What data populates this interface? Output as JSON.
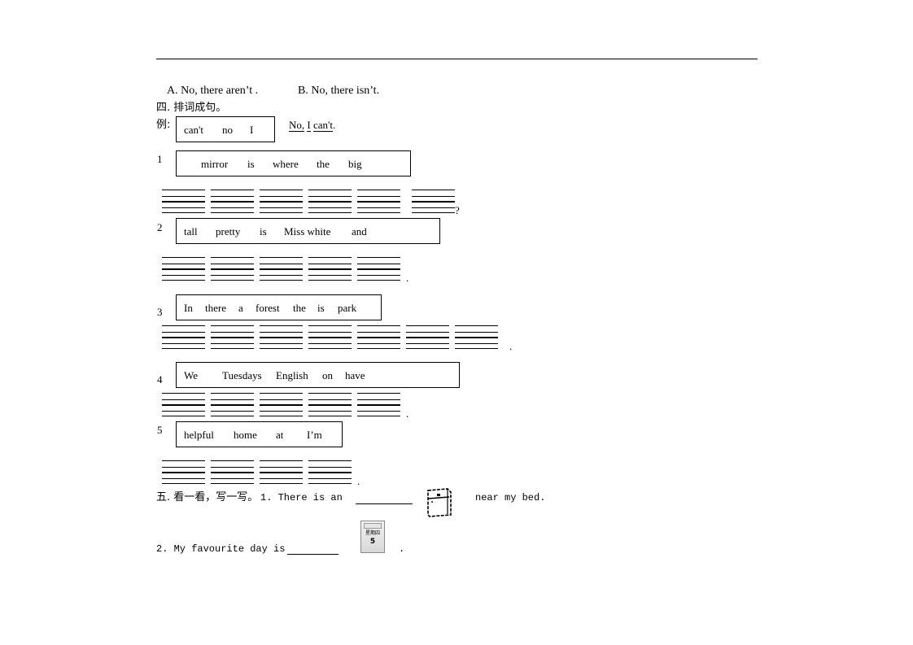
{
  "choices": {
    "a": "A. No, there aren’t .",
    "b": "B. No, there isn’t."
  },
  "section4": {
    "heading": "四. 排词成句。",
    "example_label": "例:",
    "example_words": [
      "can't",
      "no",
      "I"
    ],
    "example_answer_no": "No,",
    "example_answer_i": "I",
    "example_answer_cant": "can't",
    "example_answer_end": ".",
    "items": [
      {
        "num": "1",
        "words": [
          "mirror",
          "is",
          "where",
          "the",
          "big"
        ],
        "end": "?"
      },
      {
        "num": "2",
        "words": [
          "tall",
          "pretty",
          "is",
          "Miss white",
          "and"
        ],
        "end": "."
      },
      {
        "num": "3",
        "words": [
          "In",
          "there",
          "a",
          "forest",
          "the",
          "is",
          "park"
        ],
        "end": "."
      },
      {
        "num": "4",
        "words": [
          "We",
          "Tuesdays",
          "English",
          "on",
          "have"
        ],
        "end": "."
      },
      {
        "num": "5",
        "words": [
          "helpful",
          "home",
          "at",
          "I’m"
        ],
        "end": "."
      }
    ]
  },
  "section5": {
    "heading": "五. 看一看，写一写。",
    "q1_prefix": "1. There is an",
    "q1_suffix": "near my bed.",
    "q2_prefix": "2. My favourite day is",
    "q2_suffix": ".",
    "calendar_day": "星期四",
    "calendar_date": "5"
  }
}
